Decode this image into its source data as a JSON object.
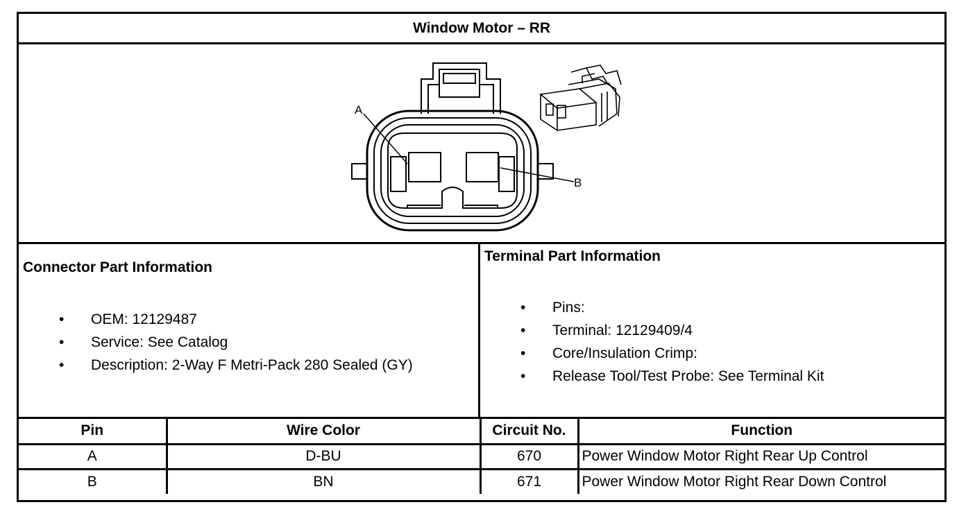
{
  "title": "Window Motor – RR",
  "diagram": {
    "pin_label_a": "A",
    "pin_label_b": "B"
  },
  "connector": {
    "heading": "Connector Part Information",
    "items": [
      "OEM: 12129487",
      "Service: See Catalog",
      "Description: 2-Way F Metri-Pack 280 Sealed (GY)"
    ]
  },
  "terminal": {
    "heading": "Terminal Part Information",
    "items": [
      "Pins:",
      "Terminal: 12129409/4",
      "Core/Insulation Crimp:",
      "Release Tool/Test Probe: See Terminal Kit"
    ]
  },
  "bullet_glyph": "•",
  "table": {
    "headers": [
      "Pin",
      "Wire Color",
      "Circuit No.",
      "Function"
    ],
    "rows": [
      [
        "A",
        "D-BU",
        "670",
        "Power Window Motor Right Rear Up Control"
      ],
      [
        "B",
        "BN",
        "671",
        "Power Window Motor Right Rear Down Control"
      ]
    ]
  }
}
